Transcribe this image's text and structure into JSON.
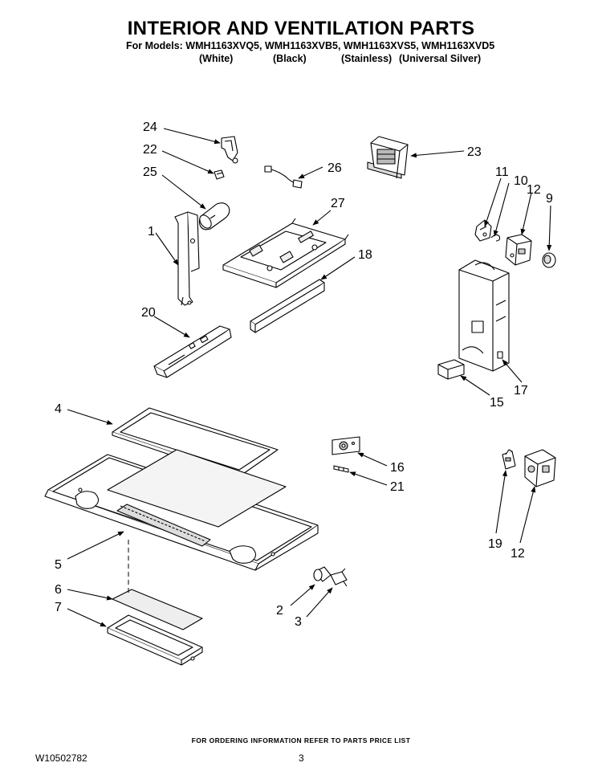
{
  "header": {
    "title": "INTERIOR AND VENTILATION PARTS",
    "models_line": "For Models: WMH1163XVQ5, WMH1163XVB5, WMH1163XVS5, WMH1163XVD5",
    "variants": [
      "(White)",
      "(Black)",
      "(Stainless)",
      "(Universal Silver)"
    ]
  },
  "callouts": {
    "c24": "24",
    "c22": "22",
    "c25": "25",
    "c26": "26",
    "c23": "23",
    "c27": "27",
    "c1": "1",
    "c18": "18",
    "c11": "11",
    "c10": "10",
    "c12a": "12",
    "c9": "9",
    "c20": "20",
    "c17": "17",
    "c15": "15",
    "c4": "4",
    "c16": "16",
    "c21": "21",
    "c5": "5",
    "c19": "19",
    "c12b": "12",
    "c2": "2",
    "c3": "3",
    "c6": "6",
    "c7": "7"
  },
  "footer": {
    "ordering_note": "FOR ORDERING INFORMATION REFER TO PARTS PRICE LIST",
    "document_number": "W10502782",
    "page_number": "3"
  }
}
